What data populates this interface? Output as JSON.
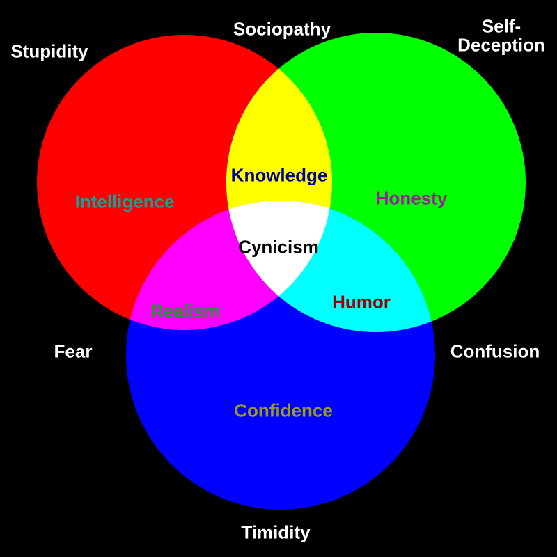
{
  "colors": {
    "background": "#000000",
    "red": "#ff0000",
    "green": "#00ff00",
    "blue": "#0000ff",
    "yellow": "#ffff00",
    "magenta": "#ff00ff",
    "cyan": "#00ffff",
    "white": "#ffffff"
  },
  "outer_labels": {
    "stupidity": "Stupidity",
    "sociopathy": "Sociopathy",
    "self_deception_1": "Self-",
    "self_deception_2": "Deception",
    "fear": "Fear",
    "confusion": "Confusion",
    "timidity": "Timidity"
  },
  "regions": {
    "intelligence": {
      "text": "Intelligence",
      "color": "#1e9a9a"
    },
    "honesty": {
      "text": "Honesty",
      "color": "#9a1e9a"
    },
    "confidence": {
      "text": "Confidence",
      "color": "#9a9a1e"
    },
    "knowledge": {
      "text": "Knowledge",
      "color": "#000099"
    },
    "realism": {
      "text": "Realism",
      "color": "#1e9a1e"
    },
    "humor": {
      "text": "Humor",
      "color": "#9a0000"
    },
    "cynicism": {
      "text": "Cynicism",
      "color": "#000000"
    }
  }
}
